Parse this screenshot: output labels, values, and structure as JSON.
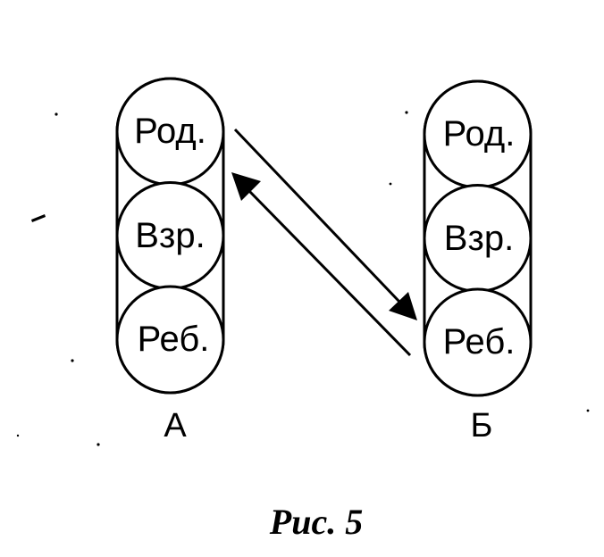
{
  "diagram": {
    "groups": [
      {
        "label": "А",
        "nodes": [
          "Род.",
          "Взр.",
          "Реб."
        ]
      },
      {
        "label": "Б",
        "nodes": [
          "Род.",
          "Взр.",
          "Реб."
        ]
      }
    ],
    "transactions": [
      {
        "from": "А.Род.",
        "to": "Б.Реб."
      },
      {
        "from": "Б.Реб.",
        "to": "А.Род."
      }
    ],
    "caption": "Рис. 5"
  }
}
